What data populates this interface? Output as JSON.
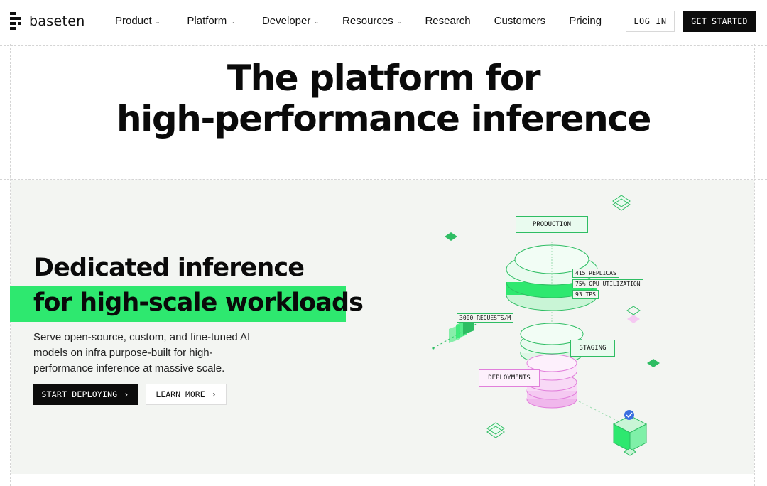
{
  "nav": {
    "brand": "baseten",
    "items": [
      {
        "label": "Product",
        "has_menu": true
      },
      {
        "label": "Platform",
        "has_menu": true
      },
      {
        "label": "Developer",
        "has_menu": true
      },
      {
        "label": "Resources",
        "has_menu": true
      },
      {
        "label": "Research",
        "has_menu": false
      },
      {
        "label": "Customers",
        "has_menu": false
      },
      {
        "label": "Pricing",
        "has_menu": false
      }
    ],
    "login_label": "LOG IN",
    "get_started_label": "GET STARTED"
  },
  "hero": {
    "title_line1": "The platform for",
    "title_line2": "high-performance inference"
  },
  "section": {
    "heading_line1": "Dedicated inference",
    "heading_line2": "for high-scale workloads",
    "description": "Serve open-source, custom, and fine-tuned AI models on infra purpose-built for high-performance inference at massive scale.",
    "primary_cta": "START DEPLOYING",
    "secondary_cta": "LEARN MORE"
  },
  "illustration": {
    "production_label": "PRODUCTION",
    "staging_label": "STAGING",
    "deployments_label": "DEPLOYMENTS",
    "stat_replicas": "415 REPLICAS",
    "stat_gpu": "75% GPU UTILIZATION",
    "stat_tps": "93 TPS",
    "stat_requests": "3000 REQUESTS/M"
  },
  "colors": {
    "accent_green": "#2ee86f",
    "pink": "#f5c9f2",
    "dark": "#0c0c0c"
  }
}
